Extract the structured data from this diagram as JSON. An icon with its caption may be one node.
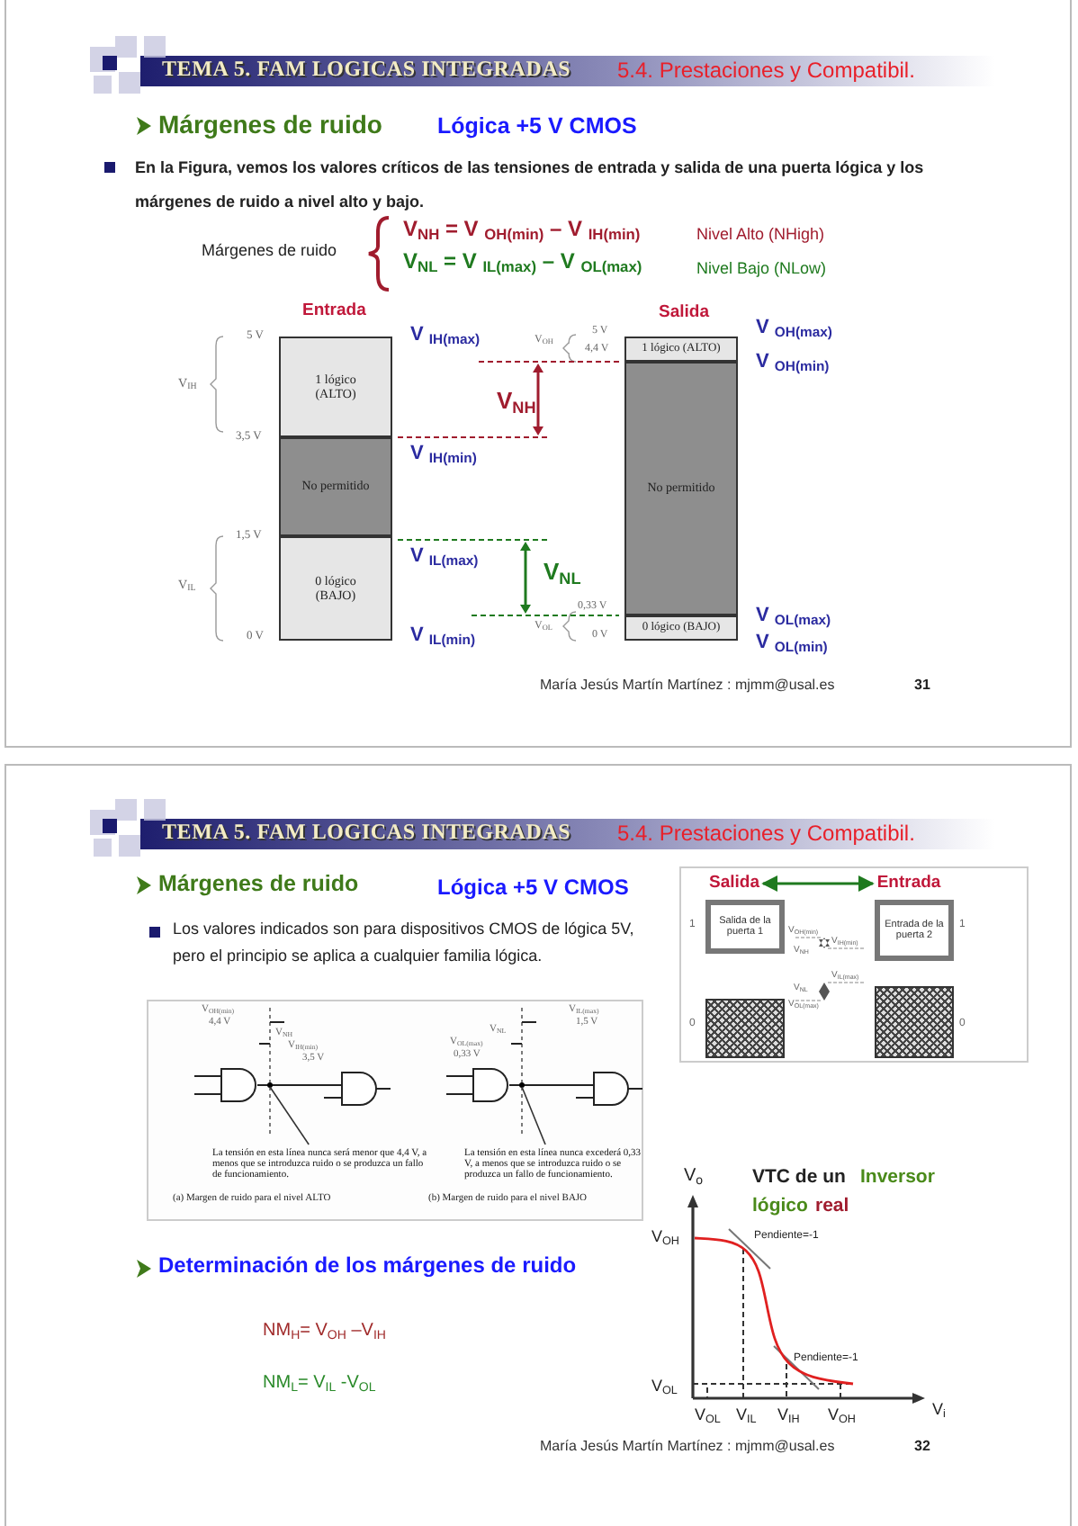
{
  "diagram": {
    "nodes": [
      {
        "text": [
          "1 lógico (ALTO)"
        ]
      },
      {
        "text": [
          "No permitido"
        ]
      },
      {
        "text": [
          "0 lógico (BAJO)"
        ]
      },
      {
        "text": [
          "1 lógico (ALTO)"
        ]
      },
      {
        "text": [
          "No permitido"
        ]
      },
      {
        "text": [
          "0 lógico (BAJO)"
        ]
      },
      {
        "text": [
          "Salida"
        ]
      },
      {
        "text": [
          "Entrada"
        ]
      },
      {
        "text": [
          "Salida de la puerta 1"
        ]
      },
      {
        "text": [
          "Entrada de la puerta 2"
        ]
      },
      {
        "text": [],
        "shape": "box"
      },
      {
        "text": [],
        "shape": "box"
      },
      {
        "text": [
          "La tensión en esta línea nunca será menor que 4,4 V, a menos que se introduzca ruido o se produzca un fallo de funcionamiento."
        ]
      },
      {
        "text": [
          "La tensión en esta línea nunca excederá 0,33 V, a menos que se introduzca ruido o se produzca un fallo de funcionamiento."
        ]
      }
    ],
    "edges": [
      {
        "from": 6,
        "to": 7,
        "arrow": "both",
        "color": "#1f7a1f"
      },
      {
        "from": 12,
        "to": null,
        "arrow": "none"
      },
      {
        "from": 13,
        "to": null,
        "arrow": "none"
      }
    ],
    "labels": [
      "TEMA 5. FAM LOGICAS INTEGRADAS",
      "5.4. Prestaciones y Compatibil.",
      "Márgenes de ruido",
      "Lógica +5 V CMOS",
      "En la Figura, vemos los valores críticos de las tensiones de entrada y salida de una puerta lógica y los márgenes de ruido a nivel alto y bajo.",
      "Márgenes de ruido",
      "V$_{NH}$ = V $_{OH(min)}$ – V $_{IH(min)}$",
      "Nivel Alto (NHigh)",
      "V$_{NL}$ = V $_{IL(max)}$ – V $_{OL(max)}$",
      "Nivel Bajo (NLow)",
      "Entrada",
      "Salida",
      "5 V",
      "V$_{IH}$",
      "3,5 V",
      "1,5 V",
      "V$_{IL}$",
      "0 V",
      "V $_{IH(max)}$",
      "V $_{IH(min)}$",
      "V $_{IL(max)}$",
      "V $_{IL(min)}$",
      "V$_{NH}$",
      "V$_{NL}$",
      "V$_{OH}$",
      "5 V",
      "4,4 V",
      "V$_{OL}$",
      "0,33 V",
      "0 V",
      "V $_{OH(max)}$",
      "V $_{OH(min)}$",
      "V $_{OL(max)}$",
      "V $_{OL(min)}$",
      "María Jesús Martín Martínez : mjmm@usal.es",
      "31",
      "TEMA 5. FAM LOGICAS INTEGRADAS",
      "5.4. Prestaciones y Compatibil.",
      "Márgenes de ruido",
      "Lógica +5 V CMOS",
      "Los valores indicados son para dispositivos CMOS de lógica 5V, pero el principio se aplica a cualquier familia lógica.",
      "1",
      "1",
      "V$_{OH(min)}$",
      "V$_{IH(min)}$",
      "V$_{NH}$",
      "V$_{IL(max)}$",
      "V$_{NL}$",
      "V$_{OL(max)}$",
      "0",
      "0",
      "V$_{OH(min)}$",
      "4,4 V",
      "V$_{NH}$",
      "V$_{IH(min)}$",
      "3,5 V",
      "V$_{IL(max)}$",
      "1,5 V",
      "V$_{NL}$",
      "V$_{OL(max)}$",
      "0,33 V",
      "(a) Margen de ruido para el nivel ALTO",
      "(b) Margen de ruido para el nivel BAJO",
      "Determinación de los márgenes de ruido",
      "NM$_{H}$= V$_{OH}$ –V$_{IH}$",
      "NM$_{L}$= V$_{IL}$ -V$_{OL}$",
      "V$_{o}$",
      "VTC de un",
      "Inversor",
      "lógico",
      "real",
      "V$_{OH}$",
      "Pendiente=-1",
      "Pendiente=-1",
      "V$_{OL}$",
      "V$_{OL}$",
      "V$_{IL}$",
      "V$_{IH}$",
      "V$_{OH}$",
      "V$_{i}$",
      "María Jesús Martín Martínez : mjmm@usal.es",
      "32"
    ]
  }
}
